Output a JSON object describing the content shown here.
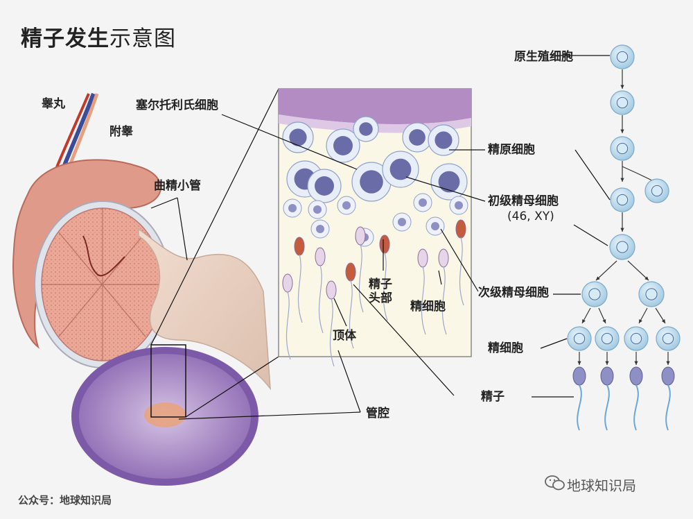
{
  "title": {
    "bold": "精子发生",
    "light": "示意图"
  },
  "labels": {
    "testis": "睾丸",
    "epididymis": "附睾",
    "seminiferous_tubule": "曲精小管",
    "sertoli_cell": "塞尔托利氏细胞",
    "spermatogonium": "精原细胞",
    "primary_spermatocyte": "初级精母细胞",
    "primary_karyotype": "(46, XY)",
    "secondary_spermatocyte": "次级精母细胞",
    "spermatid": "精细胞",
    "sperm": "精子",
    "sperm_head_line1": "精子",
    "sperm_head_line2": "头部",
    "acrosome": "顶体",
    "lumen": "管腔",
    "primordial_germ_cell": "原生殖细胞",
    "spermatid_inset": "精细胞"
  },
  "footer": "公众号：地球知识局",
  "watermark": "地球知识局",
  "colors": {
    "background": "#f4f4f4",
    "testis_tissue": "#e8a594",
    "cell_blue": "#bcdcec",
    "nucleus": "#5a5c9c",
    "tubule_purple": "#9b7ac0",
    "sperm_blue": "#6aa6d6"
  }
}
